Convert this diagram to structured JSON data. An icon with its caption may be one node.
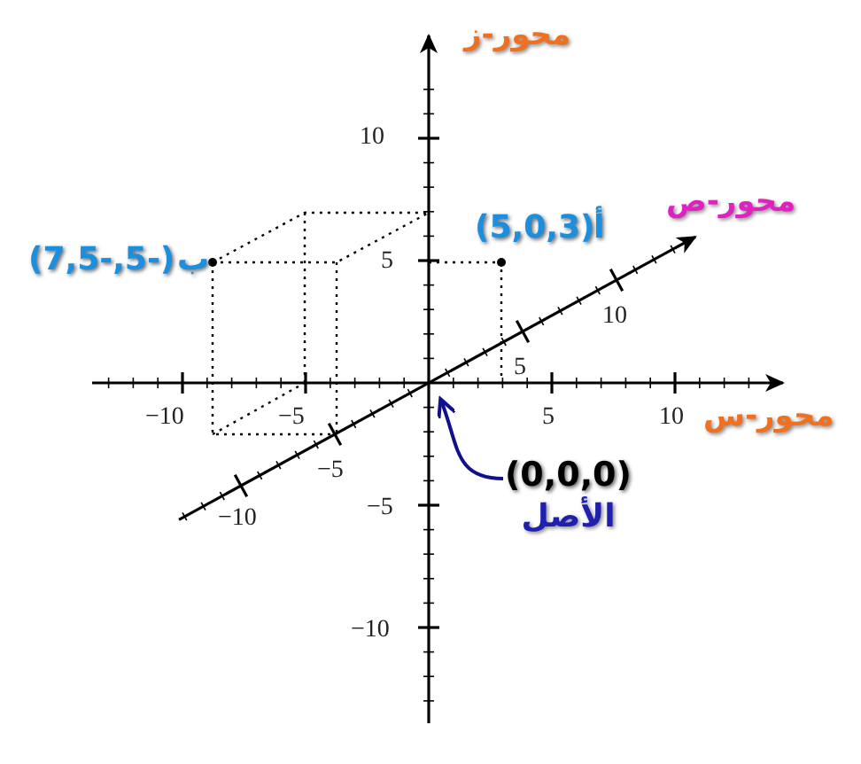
{
  "diagram": {
    "nodes": [
      {
        "text": [
          "(0,0,0)",
          "الأصل"
        ]
      },
      {
        "text": [],
        "shape": "line"
      }
    ],
    "edges": [
      {
        "from": 0,
        "to": 1,
        "arrow": "to",
        "color": "#101090"
      }
    ],
    "labels": [
      "محور-ز",
      "10",
      "محور-ص",
      "(5,0,3)",
      "أ",
      "(7,5-,5-)",
      "ب",
      "5",
      "10",
      "5",
      "−10",
      "−5",
      "5",
      "10",
      "محور-س",
      "−5",
      "−10",
      "−5",
      "−10"
    ]
  }
}
